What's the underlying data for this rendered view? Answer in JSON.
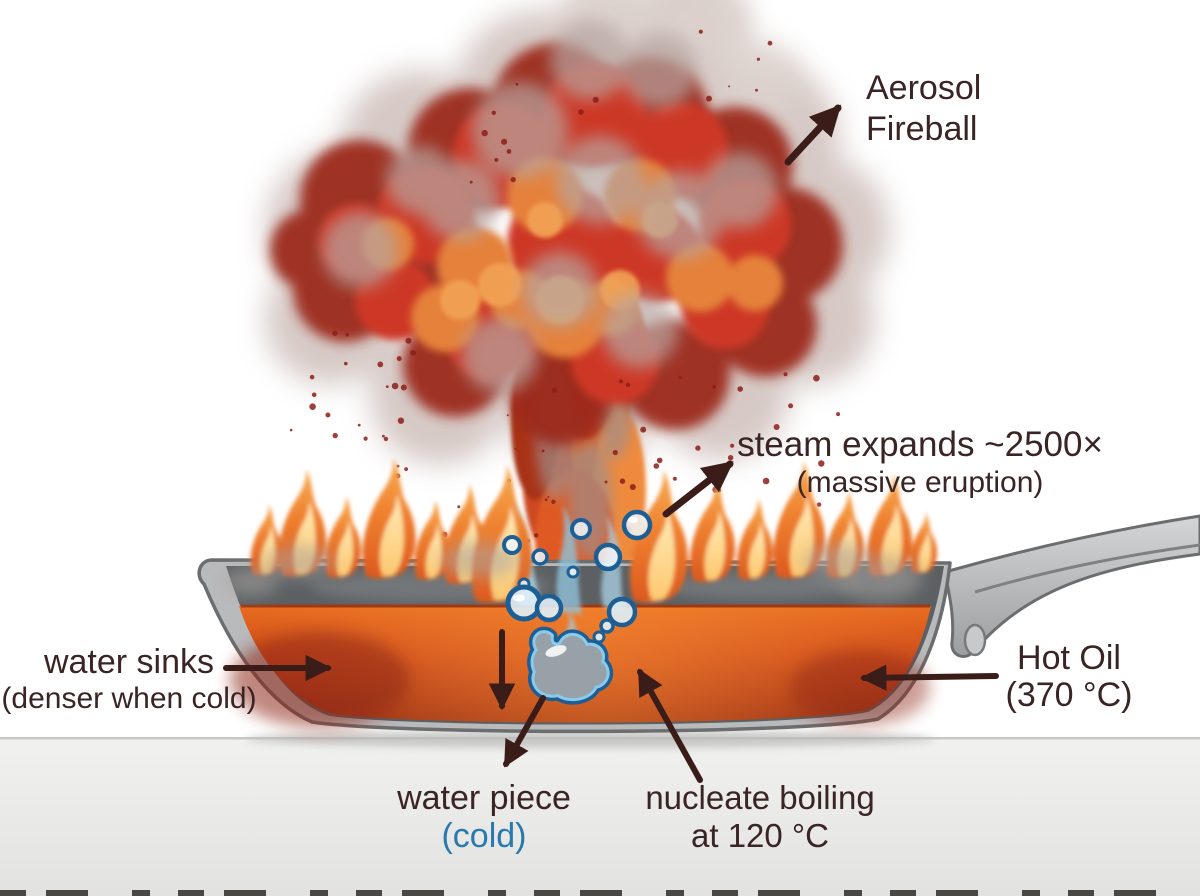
{
  "diagram": {
    "subject": "water dropped into hot oil causing an aerosol fireball",
    "labels": {
      "aerosol": {
        "line1": "Aerosol",
        "line2": "Fireball"
      },
      "steam": {
        "line1": "steam expands ~2500×",
        "line2": "(massive eruption)"
      },
      "water_sinks": {
        "line1": "water sinks",
        "line2": "(denser when cold)"
      },
      "hot_oil": {
        "line1": "Hot Oil",
        "line2": "(370 °C)"
      },
      "water_piece": {
        "line1": "water piece",
        "line2": "(cold)"
      },
      "nucleate": {
        "line1": "nucleate boiling",
        "line2": "at 120 °C"
      }
    },
    "colors": {
      "label_text": "#3a2424",
      "cold_text": "#2879b0",
      "arrow": "#3a1d18",
      "oil_top": "#e56a1e",
      "oil_bottom": "#8f2713",
      "pan_gray": "#b9babc",
      "flame_orange": "#ee7a28",
      "flame_yellow": "#ffd985",
      "bubble_stroke": "#1d5f94",
      "steam_blue": "#a9d3e6",
      "cloud_red": "#cd3826",
      "cloud_dark_red": "#9c2a1f",
      "cloud_orange": "#e5813b",
      "smoke_gray": "#b7a6a1",
      "background": "#ffffff",
      "countertop": "#ececea"
    }
  }
}
